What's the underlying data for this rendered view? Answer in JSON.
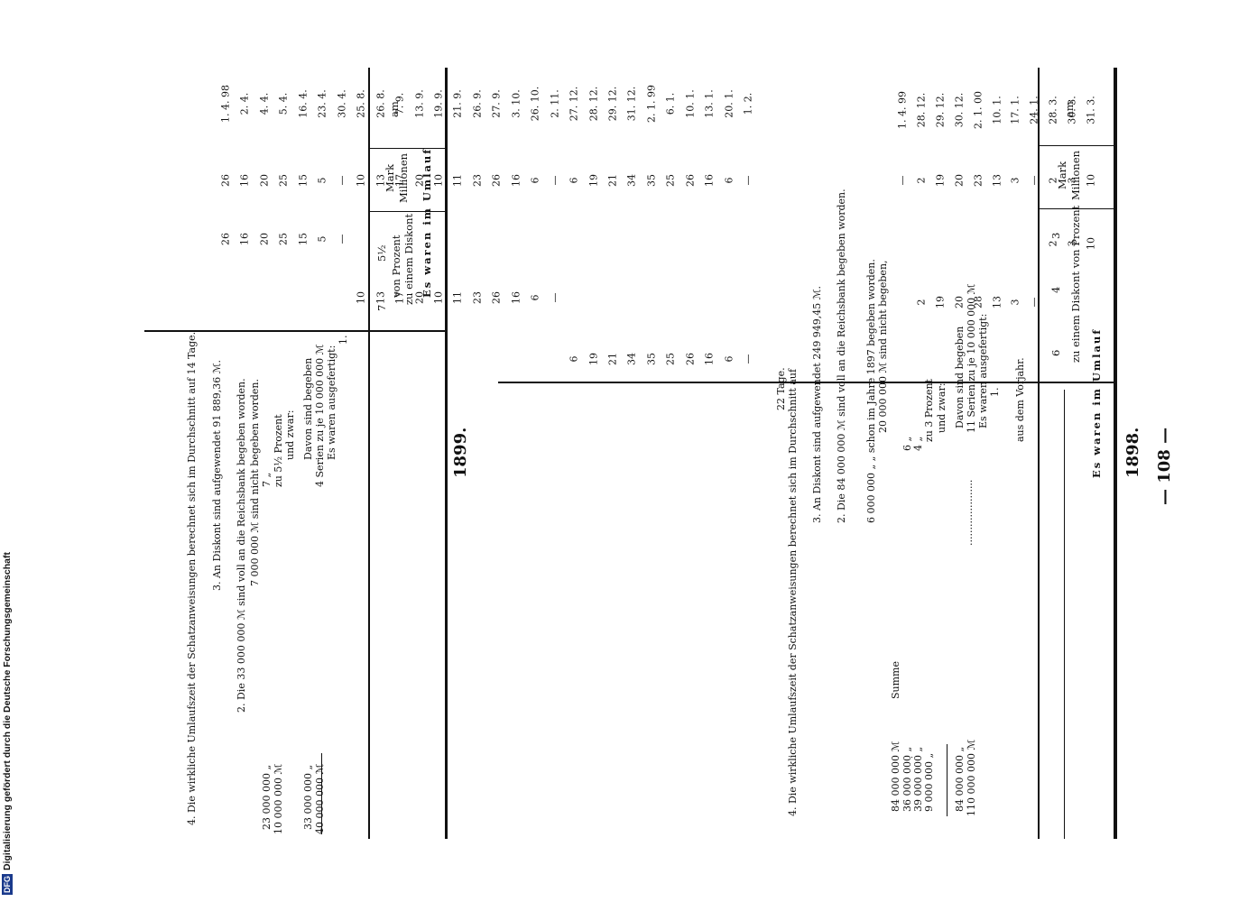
{
  "page_number": "— 108 —",
  "year_1898": "1898.",
  "year_1899": "1899.",
  "table_header": {
    "title": "Es waren im Umlauf",
    "am": "am",
    "millionen": "Millionen",
    "mark": "Mark",
    "zu_einem_diskont": "zu einem Diskont von Prozent",
    "zu_einem_diskont_l1": "zu einem Diskont",
    "zu_einem_diskont_l2": "von Prozent",
    "rate_3": "3",
    "rate_4": "4",
    "rate_6": "6",
    "rate_5_5": "5½",
    "rate_7": "7"
  },
  "t1898": {
    "dates": [
      "1. 4. 98",
      "2. 4.",
      "4. 4.",
      "5. 4.",
      "16. 4.",
      "23. 4.",
      "30. 4.",
      "25. 8.",
      "26. 8.",
      "7. 9.",
      "13. 9.",
      "19. 9.",
      "21. 9.",
      "26. 9.",
      "27. 9.",
      "3. 10.",
      "26. 10.",
      "2. 11.",
      "27. 12.",
      "28. 12.",
      "29. 12.",
      "31. 12.",
      "2. 1. 99",
      "6. 1.",
      "10. 1.",
      "13. 1.",
      "20. 1.",
      "1. 2."
    ],
    "millionen": [
      "26",
      "16",
      "20",
      "25",
      "15",
      "5",
      "—",
      "10",
      "13",
      "17",
      "20",
      "10",
      "11",
      "23",
      "26",
      "16",
      "6",
      "—",
      "6",
      "19",
      "21",
      "34",
      "35",
      "25",
      "26",
      "16",
      "6",
      "—"
    ],
    "p3": [
      "26",
      "16",
      "20",
      "25",
      "15",
      "5",
      "—",
      "",
      "",
      "",
      "",
      "",
      "",
      "",
      "",
      "",
      "",
      "",
      "",
      "",
      "",
      "",
      "",
      "",
      "",
      "",
      "",
      ""
    ],
    "p4": [
      "",
      "",
      "",
      "",
      "",
      "",
      "",
      "10",
      "13",
      "17",
      "20",
      "10",
      "11",
      "23",
      "26",
      "16",
      "6",
      "—",
      "",
      "",
      "",
      "",
      "",
      "",
      "",
      "",
      "",
      ""
    ],
    "p6": [
      "",
      "",
      "",
      "",
      "",
      "",
      "",
      "",
      "",
      "",
      "",
      "",
      "",
      "",
      "",
      "",
      "",
      "",
      "6",
      "19",
      "21",
      "34",
      "35",
      "25",
      "26",
      "16",
      "6",
      "—"
    ]
  },
  "t1899": {
    "dates": [
      "1. 4. 99",
      "28. 12.",
      "29. 12.",
      "30. 12.",
      "2. 1. 00",
      "10. 1.",
      "17. 1.",
      "24. 1.",
      "28. 3.",
      "30. 3.",
      "31. 3."
    ],
    "millionen": [
      "—",
      "2",
      "19",
      "20",
      "23",
      "13",
      "3",
      "—",
      "2",
      "3",
      "10"
    ],
    "p55": [
      "",
      "",
      "",
      "",
      "",
      "",
      "",
      "",
      "2",
      "3",
      "10"
    ],
    "p7": [
      "",
      "2",
      "19",
      "20",
      "28",
      "13",
      "3",
      "—",
      "",
      "",
      ""
    ]
  },
  "notes_1898": {
    "vorjahr": "aus dem Vorjahr.",
    "n1_label": "1.",
    "n1_l1": "Es waren ausgefertigt:",
    "n1_l2": "11 Serien zu je 10 000 000 ℳ",
    "n1_l2_val": "110 000 000 ℳ",
    "n1_l3": "Davon sind begeben",
    "n1_l3_val": "84 000 000 „",
    "n1_l4": "und zwar:",
    "n1_l5": "zu 3 Prozent",
    "n1_l5_val": "9 000 000 „",
    "n1_l6": "4 „",
    "n1_l6_val": "39 000 000 „",
    "n1_l7": "6 „",
    "n1_l7_val": "36 000 000 „",
    "n1_sum_label": "Summe",
    "n1_sum_val": "84 000 000 ℳ",
    "n1_l8": "20 000 000 ℳ sind nicht begeben,",
    "n1_l9": "6 000 000 „ „ schon im Jahre 1897 begeben worden.",
    "n2": "2. Die 84 000 000 ℳ sind voll an die Reichsbank begeben worden.",
    "n3": "3. An Diskont sind aufgewendet 249 949,45 ℳ.",
    "n4_l1": "4. Die wirkliche Umlaufszeit der Schatzanweisungen berechnet sich im Durchschnitt auf",
    "n4_l2": "22 Tage."
  },
  "notes_1899": {
    "n1_label": "1.",
    "n1_l1": "Es waren ausgefertigt:",
    "n1_l2": "4 Serien zu je 10 000 000 ℳ",
    "n1_l2_val": "40 000 000 ℳ",
    "n1_l3": "Davon sind begeben",
    "n1_l3_val": "33 000 000 „",
    "n1_l4": "und zwar:",
    "n1_l5": "zu 5½ Prozent",
    "n1_l5_val": "10 000 000 ℳ",
    "n1_l6": "7 „",
    "n1_l6_val": "23 000 000 „",
    "n1_l7": "7 000 000 ℳ sind nicht begeben worden.",
    "n2": "2. Die 33 000 000 ℳ sind voll an die Reichsbank begeben worden.",
    "n3": "3. An Diskont sind aufgewendet 91 889,36 ℳ.",
    "n4": "4. Die wirkliche Umlaufszeit der Schatzanweisungen berechnet sich im Durchschnitt auf 14 Tage."
  },
  "footer": {
    "credit": "Digitalisierung gefördert durch die Deutsche Forschungsgemeinschaft",
    "logo": "DFG"
  }
}
